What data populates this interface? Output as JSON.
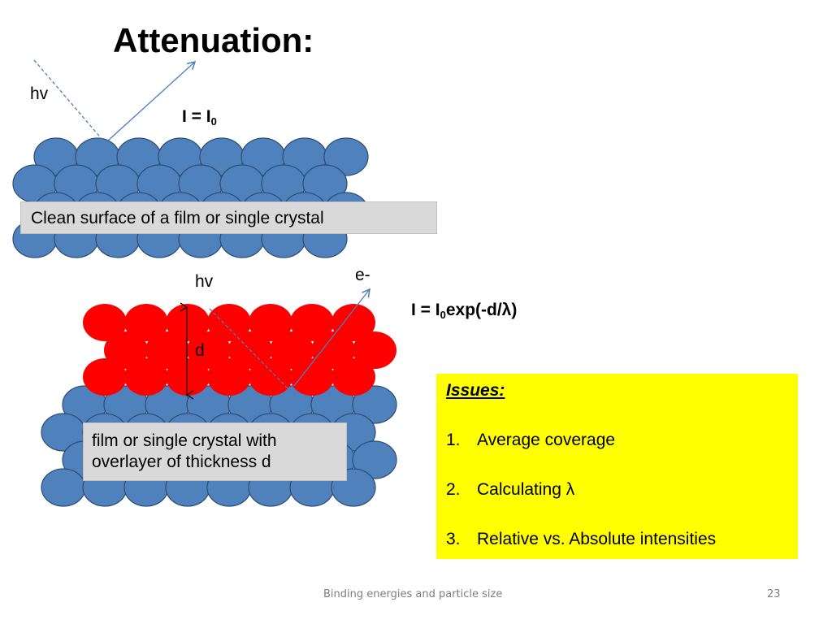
{
  "slide": {
    "title": "Attenuation:",
    "top_scene": {
      "photon_label": "hv",
      "equation": {
        "lhs": "I = I",
        "sub": "0",
        "rest": ""
      },
      "caption": "Clean surface of a film or single crystal"
    },
    "bottom_scene": {
      "photon_label": "hv",
      "electron_label": "e-",
      "thickness_label": "d",
      "equation": {
        "lhs": "I = I",
        "sub": "0",
        "rest": "exp(-d/λ)"
      },
      "caption": "film or single crystal with overlayer of thickness d"
    },
    "issues": {
      "heading": "Issues:",
      "items": [
        {
          "num": "1.",
          "text": "Average coverage"
        },
        {
          "num": "2.",
          "text": "Calculating λ"
        },
        {
          "num": "3.",
          "text": "Relative vs. Absolute intensities"
        }
      ]
    },
    "footer": {
      "text": "Binding energies and particle size",
      "page": "23"
    }
  },
  "colors": {
    "substrate_atom": "#4f81bd",
    "substrate_atom_edge": "#2c4d75",
    "overlayer_atom": "#ff0000",
    "arrow": "#4a7ebb",
    "issues_bg": "#ffff00",
    "caption_bg": "#d9d9d9"
  }
}
